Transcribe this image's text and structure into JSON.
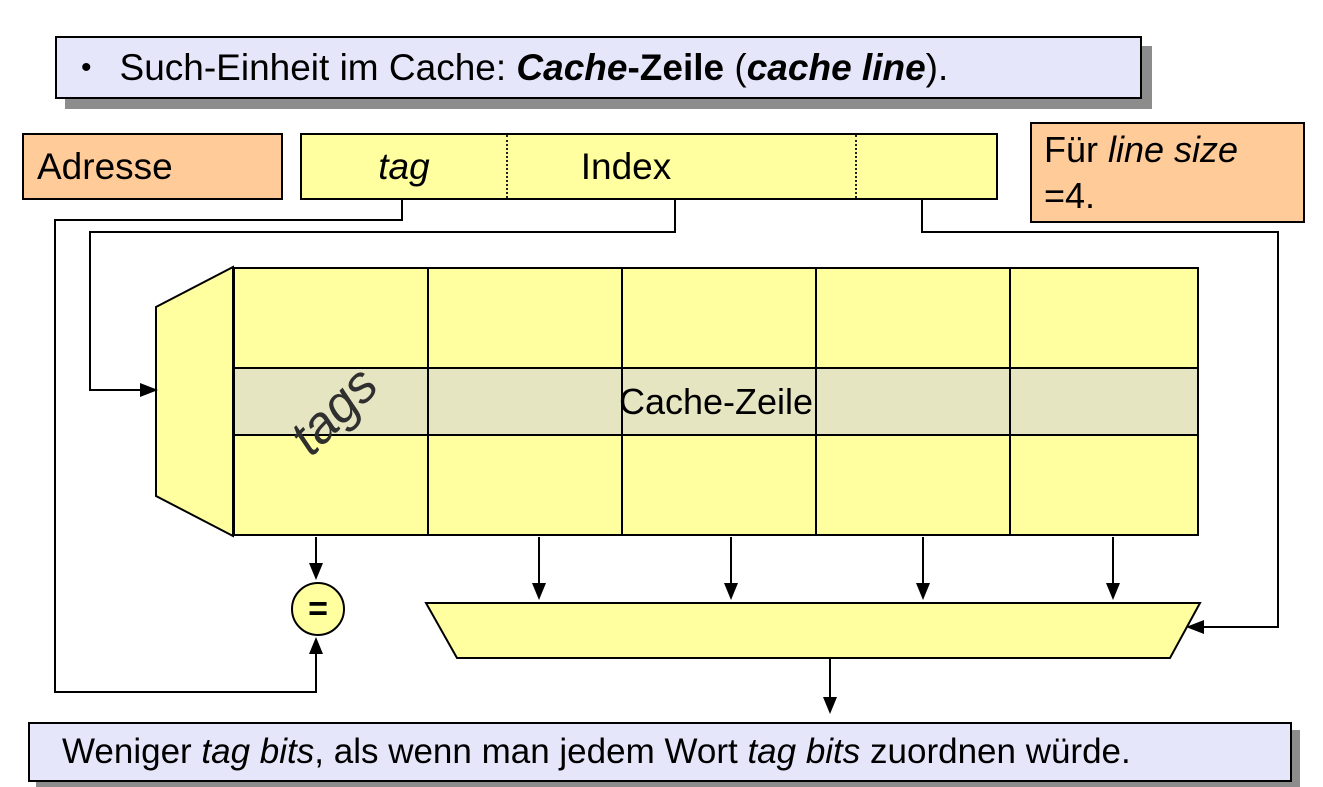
{
  "title": {
    "bullet": "•",
    "t1": "Such-Einheit im Cache: ",
    "t2": "Cache",
    "t3": "-Zeile",
    "t4": " (",
    "t5": "cache line",
    "t6": ")."
  },
  "address_box": {
    "label": "Adresse"
  },
  "address_bar": {
    "tag_label": "tag",
    "index_label": "Index",
    "offset_label": ""
  },
  "line_size_box": {
    "t1": "Für ",
    "t2": "line size",
    "t3": "=4."
  },
  "cache_array": {
    "tags_label": "tags",
    "row_label": "Cache-Zeile",
    "columns": 5,
    "rows": 3
  },
  "comparator": {
    "symbol": "="
  },
  "note": {
    "t1": "Weniger ",
    "t2": "tag bits",
    "t3": ", als wenn man jedem Wort ",
    "t4": "tag bits",
    "t5": " zuordnen würde."
  },
  "colors": {
    "yellow": "#ffffa0",
    "orange": "#ffcc99",
    "lavender": "#e6e6fa",
    "band": "#e5e5c2",
    "shadow": "#8c8c8c",
    "line": "#000000"
  }
}
